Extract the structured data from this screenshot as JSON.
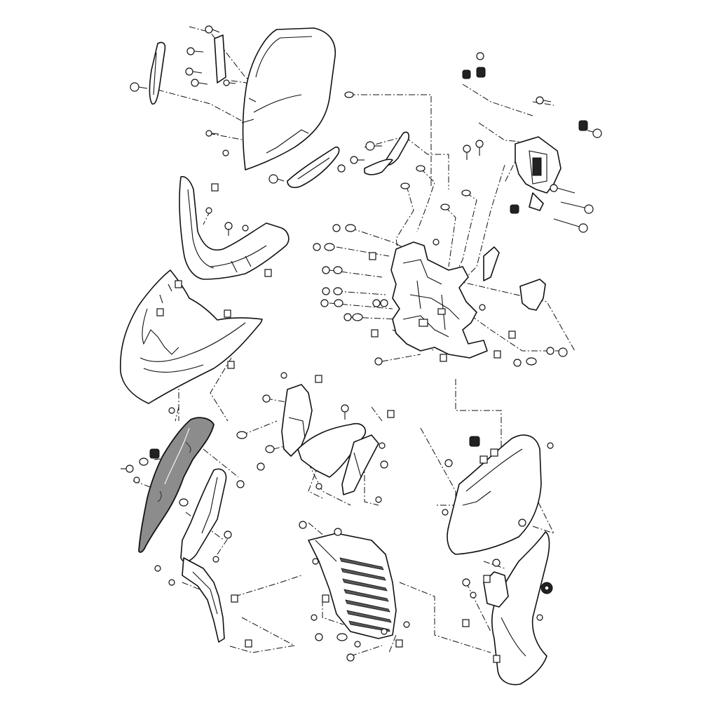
{
  "diagram": {
    "kind": "exploded-parts-view",
    "line_color": "#111111",
    "shade_color": "#8c8c8c",
    "background": "#ffffff",
    "parts": [
      {
        "id": "windscreen"
      },
      {
        "id": "windscreen-left-deflector"
      },
      {
        "id": "windscreen-lower-deflector"
      },
      {
        "id": "upper-cowl"
      },
      {
        "id": "front-fairing"
      },
      {
        "id": "fairing-stay-bracket"
      },
      {
        "id": "mirror-bracket"
      },
      {
        "id": "left-side-panel-shaded"
      },
      {
        "id": "left-inner-panel"
      },
      {
        "id": "center-inner-cover"
      },
      {
        "id": "right-side-panel"
      },
      {
        "id": "radiator-grille"
      },
      {
        "id": "lower-right-cowl"
      }
    ]
  }
}
